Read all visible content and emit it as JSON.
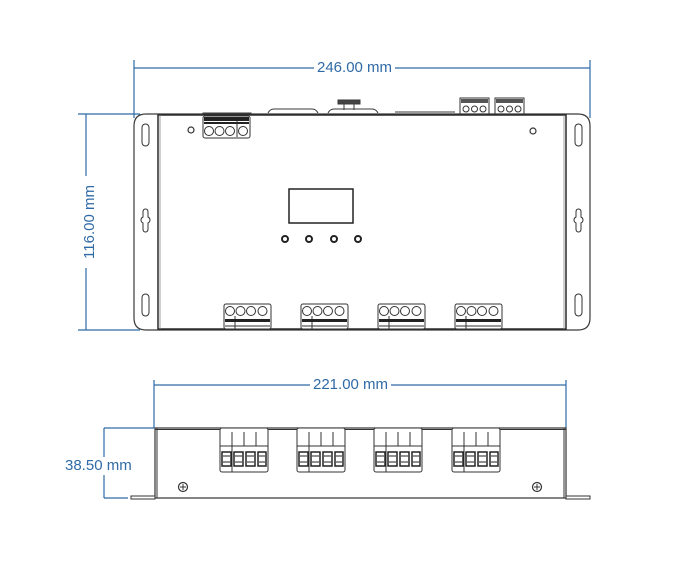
{
  "colors": {
    "dimension": "#2f6aa6",
    "outline": "#3a3a3a",
    "fill": "#ffffff",
    "dark": "#222222"
  },
  "top_view": {
    "width_label": "246.00 mm",
    "height_label": "116.00 mm",
    "display": "lcd-display",
    "buttons_count": 4,
    "top_connectors_count": 2,
    "output_terminals_count": 4,
    "input_terminal": "power-input-terminal"
  },
  "side_view": {
    "width_label": "221.00 mm",
    "height_label": "38.50 mm",
    "terminal_blocks_count": 4,
    "screws_count": 2
  }
}
